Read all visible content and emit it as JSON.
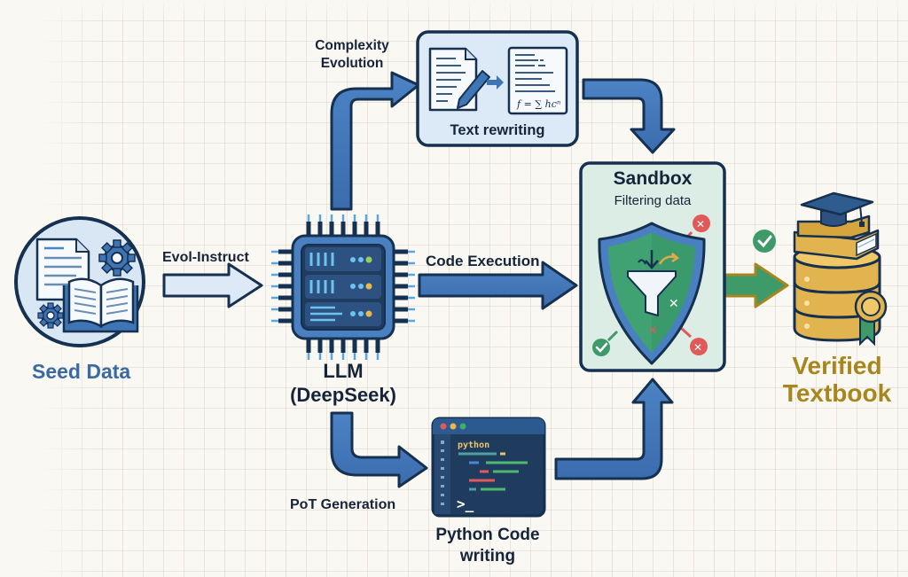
{
  "diagram": {
    "nodes": {
      "seed": {
        "label": "Seed Data"
      },
      "llm": {
        "label_line1": "LLM",
        "label_line2": "(DeepSeek)"
      },
      "text_rewriting": {
        "label": "Text rewriting",
        "formula": "f = ∑ hcⁿ"
      },
      "sandbox": {
        "title": "Sandbox",
        "subtitle": "Filtering data"
      },
      "python": {
        "label_line1": "Python Code",
        "label_line2": "writing",
        "code_lang": "python",
        "prompt": ">_"
      },
      "textbook": {
        "label_line1": "Verified",
        "label_line2": "Textbook"
      }
    },
    "edges": {
      "evol_instruct": "Evol-Instruct",
      "complexity_evolution_line1": "Complexity",
      "complexity_evolution_line2": "Evolution",
      "code_execution": "Code Execution",
      "pot_generation": "PoT Generation"
    },
    "colors": {
      "primary_blue": "#3f74b5",
      "dark_navy": "#16304f",
      "light_blue": "#d7e6f4",
      "sandbox_bg": "#dcece4",
      "green": "#3f9a6a",
      "red": "#e05a5a",
      "gold": "#e2b450",
      "gold_text": "#a8861e",
      "seed_text": "#3a6aa3"
    }
  }
}
